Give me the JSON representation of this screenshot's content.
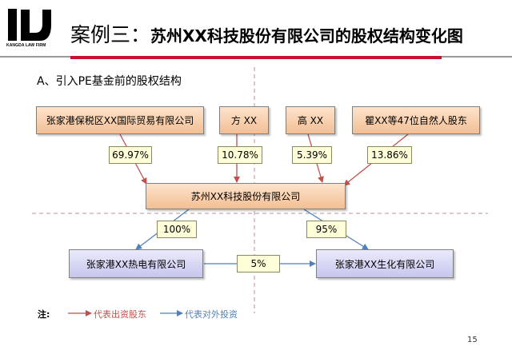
{
  "logo": {
    "mark": "KD",
    "text": "KANGDA LAW FIRM"
  },
  "title": {
    "prefix": "案例三：",
    "company": "苏州XX科技股份有限公司的股权结构变化图"
  },
  "section": {
    "title": "A、引入PE基金前的股权结构"
  },
  "shareholders": [
    {
      "label": "张家港保税区XX国际贸易有限公司",
      "pct": "69.97%"
    },
    {
      "label": "方 XX",
      "pct": "10.78%"
    },
    {
      "label": "高 XX",
      "pct": "5.39%"
    },
    {
      "label": "瞿XX等47位自然人股东",
      "pct": "13.86%"
    }
  ],
  "company": {
    "label": "苏州XX科技股份有限公司"
  },
  "subsidiaries": [
    {
      "label": "张家港XX热电有限公司",
      "pct": "100%"
    },
    {
      "label": "张家港XX生化有限公司",
      "pct": "95%"
    }
  ],
  "cross_holding": {
    "pct": "5%"
  },
  "legend": {
    "note": "注:",
    "investor": "代表出资股东",
    "investment": "代表对外投资",
    "investor_color": "#c0504d",
    "investment_color": "#4f81bd"
  },
  "page_number": "15"
}
